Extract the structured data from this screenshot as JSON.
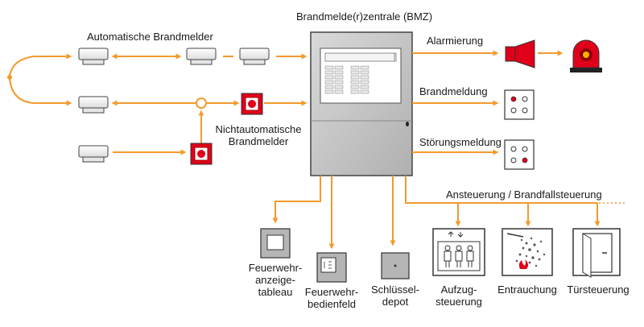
{
  "title": "Brandmelde(r)zentrale (BMZ)",
  "inputs": {
    "automatic_label": "Automatische Brandmelder",
    "manual_label_line1": "Nichtautomatische",
    "manual_label_line2": "Brandmelder"
  },
  "outputs": {
    "alarm_label": "Alarmierung",
    "fire_report_label": "Brandmeldung",
    "fault_report_label": "Störungsmeldung",
    "control_label": "Ansteuerung / Brandfallsteuerung"
  },
  "devices": {
    "fat_l1": "Feuerwehr-",
    "fat_l2": "anzeige-",
    "fat_l3": "tableau",
    "fbf_l1": "Feuerwehr-",
    "fbf_l2": "bedienfeld",
    "depot_l1": "Schlüssel-",
    "depot_l2": "depot",
    "lift_l1": "Aufzug-",
    "lift_l2": "steuerung",
    "smoke": "Entrauchung",
    "door": "Türsteuerung"
  },
  "colors": {
    "orange": "#f39a2e",
    "red": "#e0001a",
    "panel_gray": "#c8c8c8"
  }
}
